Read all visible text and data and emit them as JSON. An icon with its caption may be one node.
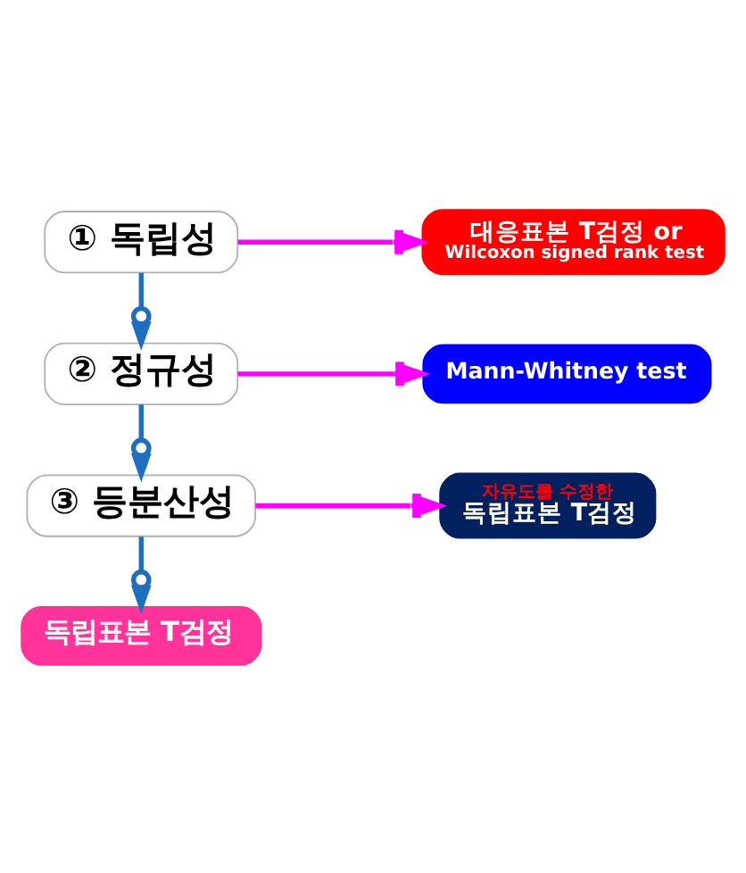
{
  "diagram": {
    "nodes": [
      {
        "text": [
          "① 독립성"
        ]
      },
      {
        "text": [
          "대응표본 T검정 or",
          "Wilcoxon signed rank test"
        ]
      },
      {
        "text": [
          "② 정규성"
        ]
      },
      {
        "text": [
          "Mann-Whitney test"
        ]
      },
      {
        "text": [
          "③ 등분산성"
        ]
      },
      {
        "text": [
          "자유도를 수정한",
          "독립표본 T검정"
        ]
      },
      {
        "text": [
          "독립표본 T검정"
        ]
      }
    ],
    "edges": [
      {
        "from": 0,
        "to": 1,
        "arrow": "to",
        "color": "#ff00ff"
      },
      {
        "from": 0,
        "to": 2,
        "arrow": "to",
        "color": "#1f6fc0"
      },
      {
        "from": 2,
        "to": 3,
        "arrow": "to",
        "color": "#ff00ff"
      },
      {
        "from": 2,
        "to": 4,
        "arrow": "to",
        "color": "#1f6fc0"
      },
      {
        "from": 4,
        "to": 5,
        "arrow": "to",
        "color": "#ff00ff"
      },
      {
        "from": 4,
        "to": 6,
        "arrow": "to",
        "color": "#1f6fc0"
      }
    ]
  }
}
